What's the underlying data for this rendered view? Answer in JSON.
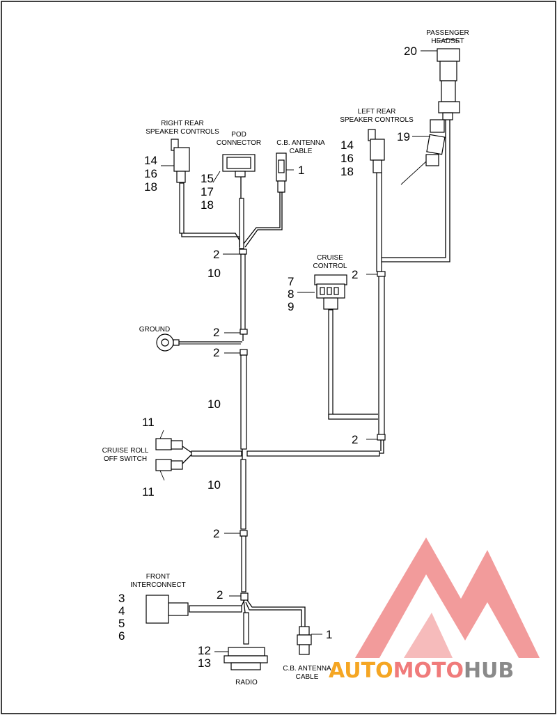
{
  "labels": {
    "passenger_headset": [
      "PASSENGER",
      "HEADSET"
    ],
    "left_rear_speaker_controls": [
      "LEFT REAR",
      "SPEAKER CONTROLS"
    ],
    "right_rear_speaker_controls": [
      "RIGHT REAR",
      "SPEAKER CONTROLS"
    ],
    "pod_connector": [
      "POD",
      "CONNECTOR"
    ],
    "cb_antenna_cable_top": [
      "C.B. ANTENNA",
      "CABLE"
    ],
    "cruise_control": [
      "CRUISE",
      "CONTROL"
    ],
    "ground": "GROUND",
    "cruise_roll_off_switch": [
      "CRUISE ROLL",
      "OFF SWITCH"
    ],
    "front_interconnect": [
      "FRONT",
      "INTERCONNECT"
    ],
    "radio": "RADIO",
    "cb_antenna_cable_bottom": [
      "C.B. ANTENNA",
      "CABLE"
    ]
  },
  "callouts": {
    "n20": "20",
    "n19": "19",
    "left_rear": [
      "14",
      "16",
      "18"
    ],
    "right_rear": [
      "14",
      "16",
      "18"
    ],
    "pod": [
      "15",
      "17",
      "18"
    ],
    "cb_top": "1",
    "n2_a": "2",
    "n10_a": "10",
    "n2_cruise": "2",
    "cruise": [
      "7",
      "8",
      "9"
    ],
    "n2_ground": "2",
    "n2_c": "2",
    "n10_b": "10",
    "n11_top": "11",
    "n2_right": "2",
    "n11_bottom": "11",
    "n10_c": "10",
    "n2_d": "2",
    "n2_e": "2",
    "front": [
      "3",
      "4",
      "5",
      "6"
    ],
    "cb_bottom": "1",
    "radio": [
      "12",
      "13"
    ]
  },
  "watermark": {
    "text_parts": [
      "AUTO",
      "MOTO",
      "HUB"
    ],
    "colors": [
      "#f5a623",
      "#f07b7b",
      "#8a8a8a"
    ],
    "logo_color": "#f08a8a"
  }
}
